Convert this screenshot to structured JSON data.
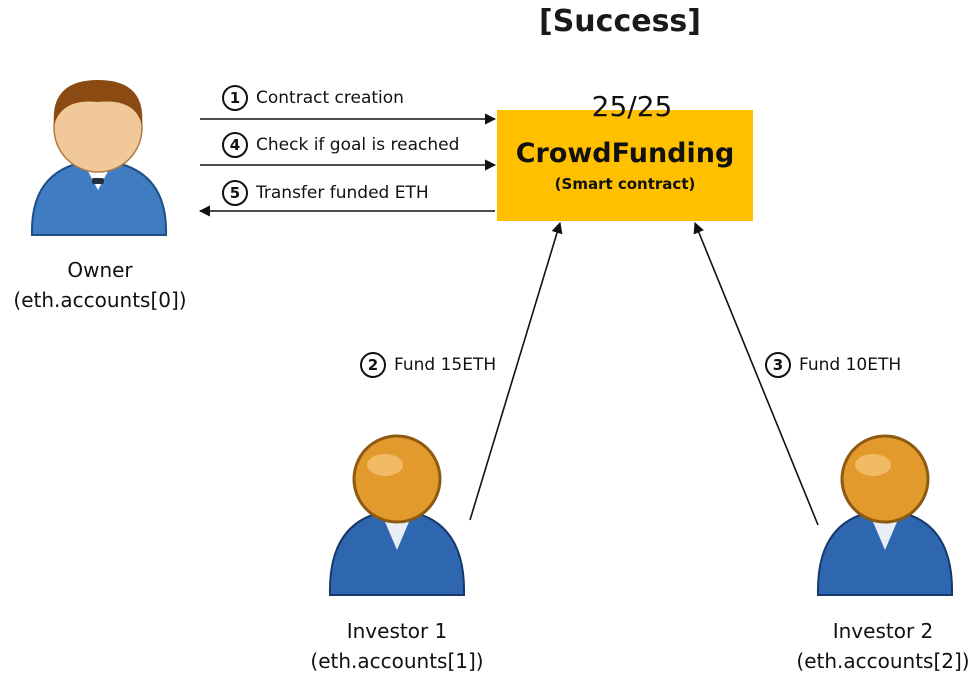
{
  "title": "[Success]",
  "contract": {
    "progress": "25/25",
    "name": "CrowdFunding",
    "subtitle": "(Smart contract)"
  },
  "steps": [
    {
      "num": "1",
      "text": "Contract creation"
    },
    {
      "num": "4",
      "text": "Check if goal is reached"
    },
    {
      "num": "5",
      "text": "Transfer funded ETH"
    },
    {
      "num": "2",
      "text": "Fund 15ETH"
    },
    {
      "num": "3",
      "text": "Fund 10ETH"
    }
  ],
  "actors": {
    "owner": {
      "name": "Owner",
      "account": "(eth.accounts[0])",
      "icon": "user-icon"
    },
    "investor1": {
      "name": "Investor 1",
      "account": "(eth.accounts[1])",
      "icon": "user-icon"
    },
    "investor2": {
      "name": "Investor 2",
      "account": "(eth.accounts[2])",
      "icon": "user-icon"
    }
  },
  "colors": {
    "contract": "#FFC000",
    "owner_shirt": "#3f7cc2",
    "owner_hair": "#8a4a12",
    "investor_head": "#e39a2d",
    "investor_shirt": "#2f66b0"
  }
}
